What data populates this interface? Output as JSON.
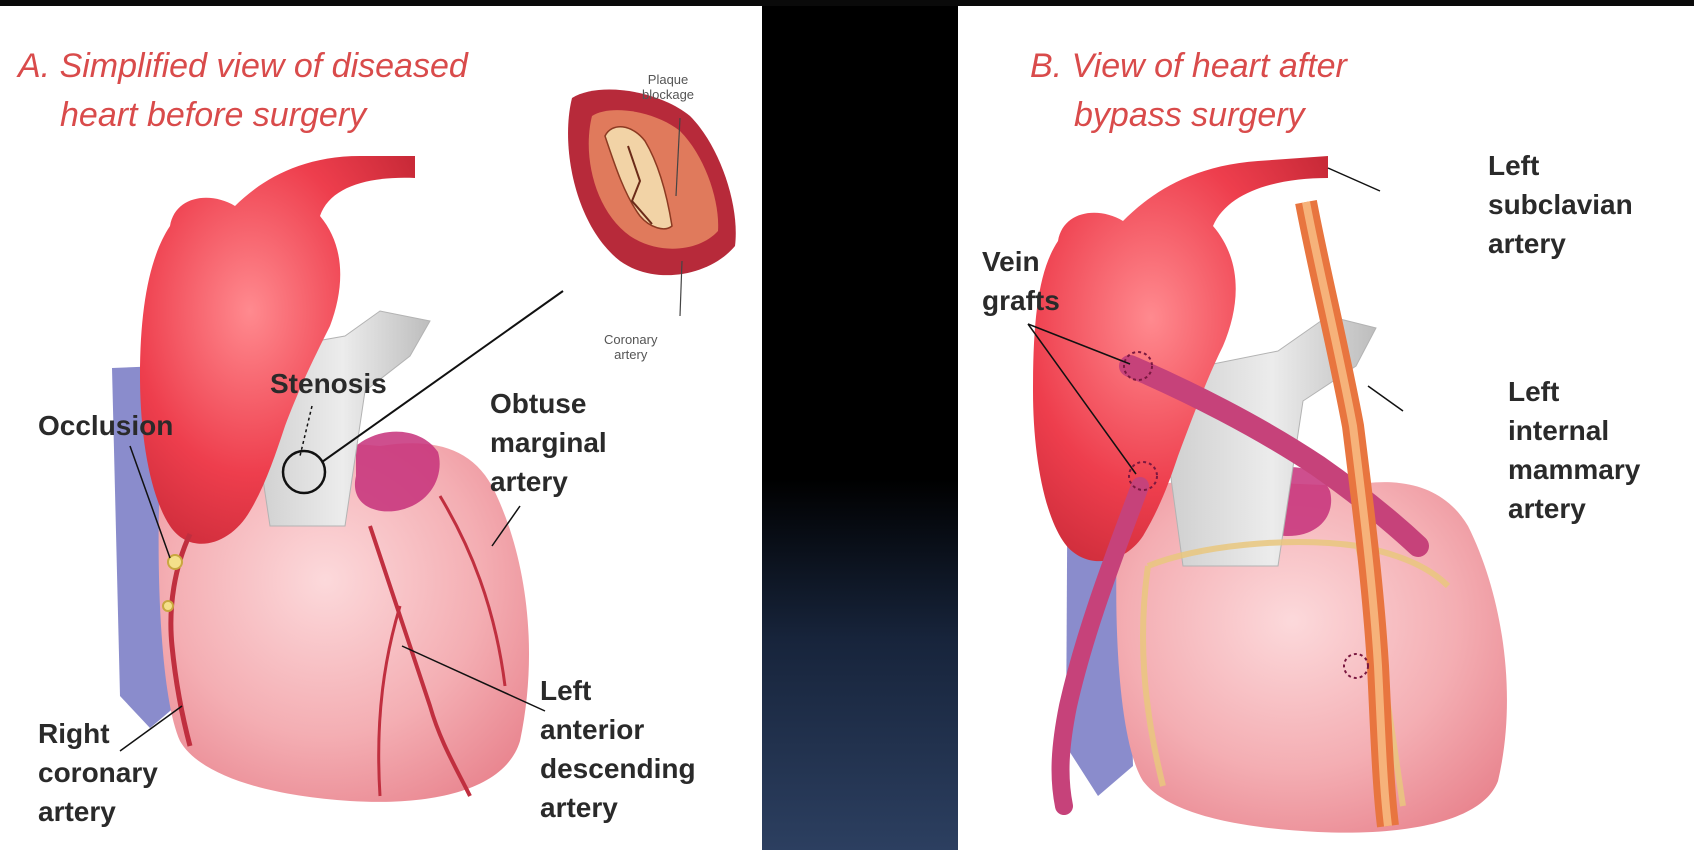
{
  "panel_a": {
    "title": [
      "A. Simplified view of diseased",
      "heart before surgery"
    ],
    "inset_labels": {
      "plaque": [
        "Plaque",
        "blockage"
      ],
      "coronary": [
        "Coronary",
        "artery"
      ]
    },
    "labels": {
      "stenosis": [
        "Stenosis"
      ],
      "occlusion": [
        "Occlusion"
      ],
      "obtuse": [
        "Obtuse",
        "marginal",
        "artery"
      ],
      "lad": [
        "Left",
        "anterior",
        "descending",
        "artery"
      ],
      "rca": [
        "Right",
        "coronary",
        "artery"
      ]
    }
  },
  "panel_b": {
    "title": [
      "B. View of heart after",
      "bypass surgery"
    ],
    "labels": {
      "vein": [
        "Vein",
        "grafts"
      ],
      "subclavian": [
        "Left",
        "subclavian",
        "artery"
      ],
      "lima": [
        "Left",
        "internal",
        "mammary",
        "artery"
      ]
    }
  },
  "colors": {
    "title": "#d94b4b",
    "label": "#2a2a2a",
    "aorta": "#ea3d4c",
    "heart": "#f3a9ae",
    "vein_blue": "#7d7fc6",
    "graft": "#c6427a",
    "divider": "#000000"
  }
}
